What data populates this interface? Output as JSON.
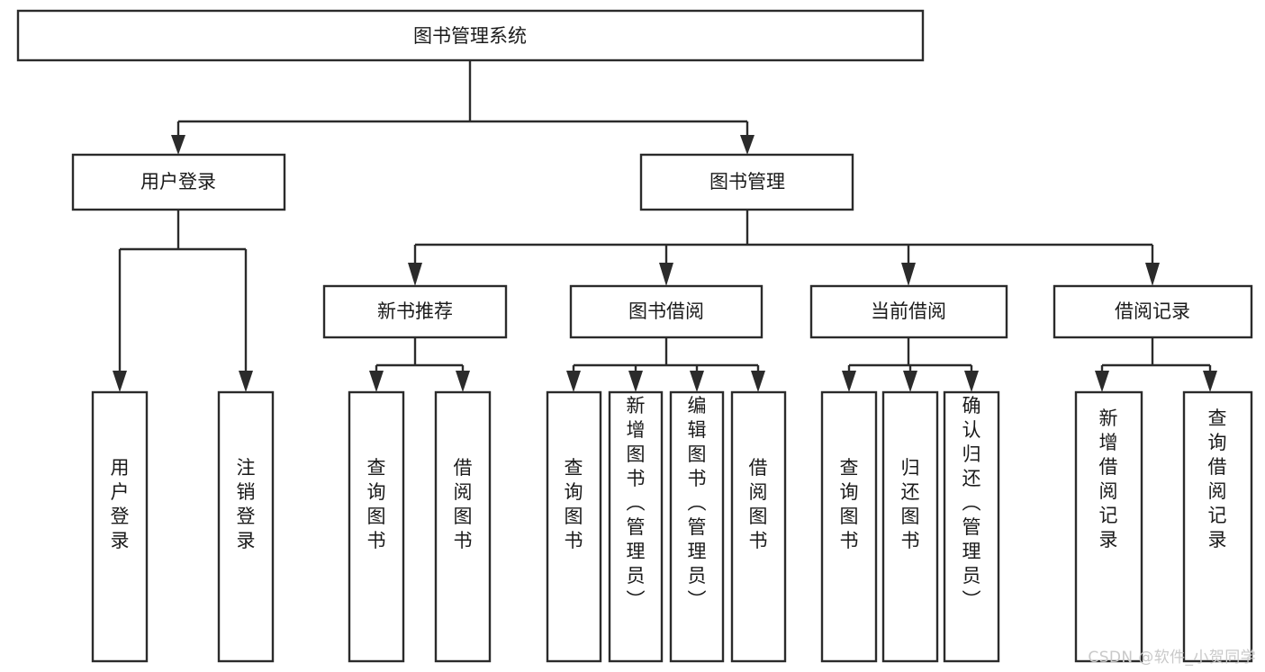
{
  "diagram": {
    "title": "图书管理系统",
    "type": "tree-hierarchy",
    "colors": {
      "box_stroke": "#2b2b2b",
      "box_fill": "#ffffff",
      "connector": "#2b2b2b",
      "text": "#1a1a1a",
      "watermark": "#c9c9c9",
      "background": "#ffffff"
    },
    "root": {
      "label": "图书管理系统"
    },
    "level2": [
      {
        "label": "用户登录"
      },
      {
        "label": "图书管理"
      }
    ],
    "level3": [
      {
        "label": "新书推荐"
      },
      {
        "label": "图书借阅"
      },
      {
        "label": "当前借阅"
      },
      {
        "label": "借阅记录"
      }
    ],
    "leaves": {
      "user_login": [
        {
          "label": "用户登录"
        },
        {
          "label": "注销登录"
        }
      ],
      "new_book_recommend": [
        {
          "label": "查询图书"
        },
        {
          "label": "借阅图书"
        }
      ],
      "book_borrow": [
        {
          "label": "查询图书"
        },
        {
          "label": "新增图书（管理员）"
        },
        {
          "label": "编辑图书（管理员）"
        },
        {
          "label": "借阅图书"
        }
      ],
      "current_borrow": [
        {
          "label": "查询图书"
        },
        {
          "label": "归还图书"
        },
        {
          "label": "确认归还（管理员）"
        }
      ],
      "borrow_records": [
        {
          "label": "新增借阅记录"
        },
        {
          "label": "查询借阅记录"
        }
      ]
    }
  },
  "watermark": {
    "text": "CSDN @软件_小贺同学"
  }
}
